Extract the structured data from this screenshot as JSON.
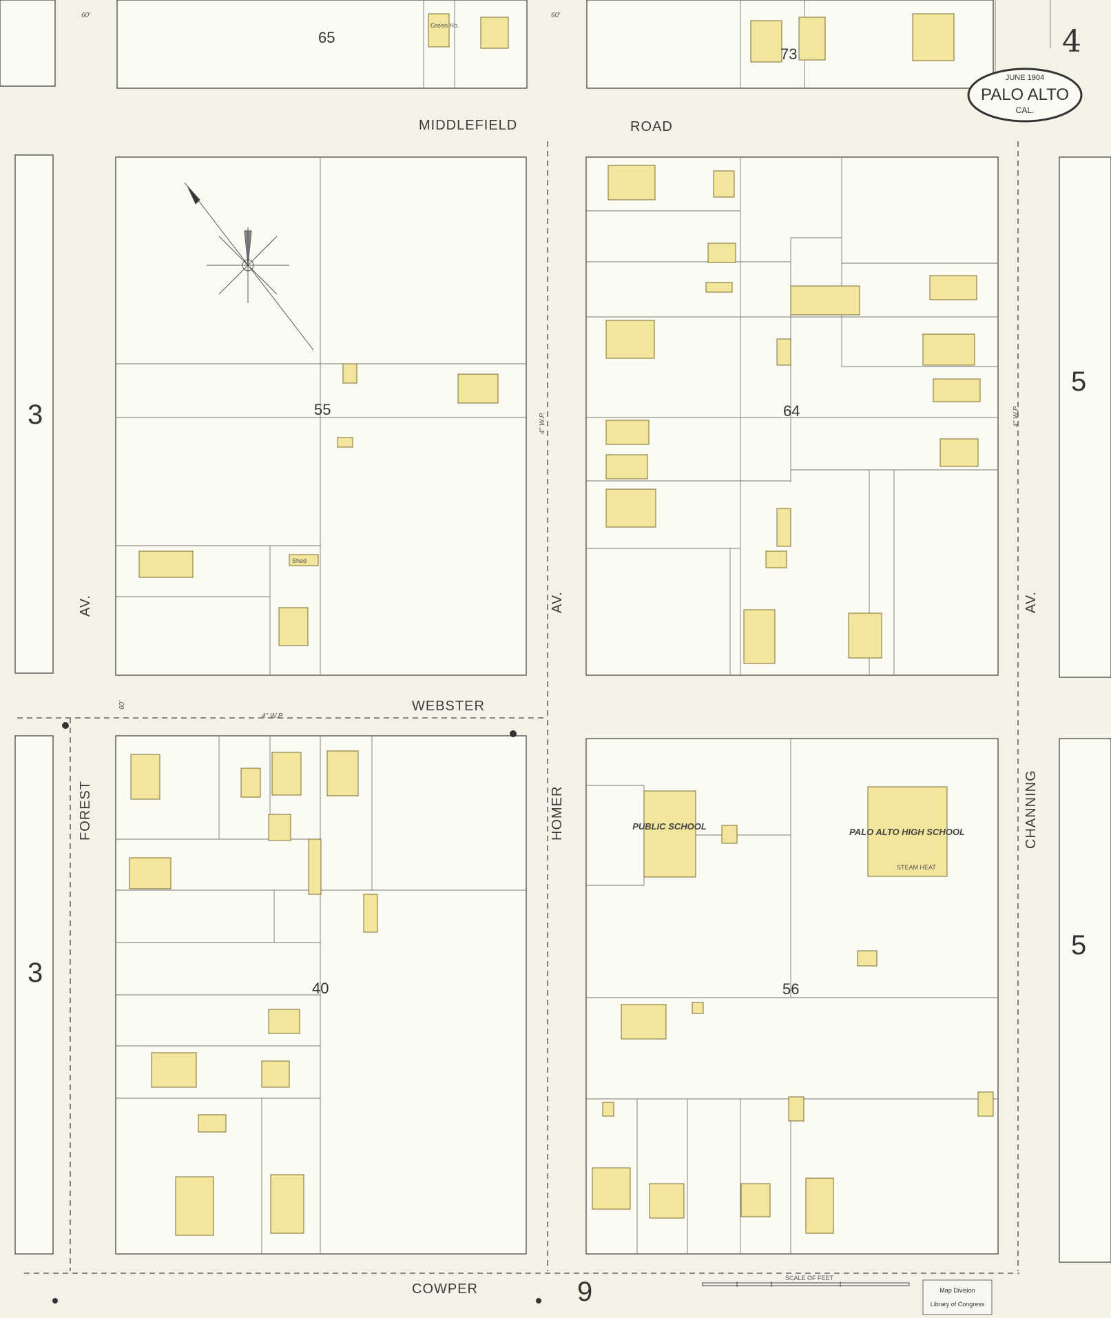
{
  "sheet": {
    "number": "4",
    "date": "JUNE 1904",
    "city": "PALO ALTO",
    "state": "CAL.",
    "adjacent_left": "3",
    "adjacent_right": "5",
    "adjacent_bottom": "9"
  },
  "streets": {
    "top_left": "MIDDLEFIELD",
    "top_right": "ROAD",
    "middle": "WEBSTER",
    "bottom": "COWPER",
    "left": "FOREST",
    "left_av": "AV.",
    "center": "HOMER",
    "center_av": "AV.",
    "right": "CHANNING",
    "right_av": "AV."
  },
  "blocks": {
    "top_left": "65",
    "top_right": "73",
    "upper_left": "55",
    "upper_right": "64",
    "lower_left": "40",
    "lower_right": "56"
  },
  "buildings": {
    "public_school": "PUBLIC SCHOOL",
    "high_school": "PALO ALTO HIGH SCHOOL",
    "green_house": "Green Ho.",
    "shed": "Shed",
    "steam_heat": "STEAM HEAT"
  },
  "widths": {
    "street_60a": "60'",
    "street_60b": "60'",
    "water_pipe": "4\" W.P."
  },
  "scale_label": "SCALE OF FEET",
  "stamp": {
    "line1": "Map Division",
    "line2": "Library of Congress"
  },
  "colors": {
    "paper": "#f4f1e6",
    "building": "#f2e59c",
    "lines": "#555555"
  }
}
